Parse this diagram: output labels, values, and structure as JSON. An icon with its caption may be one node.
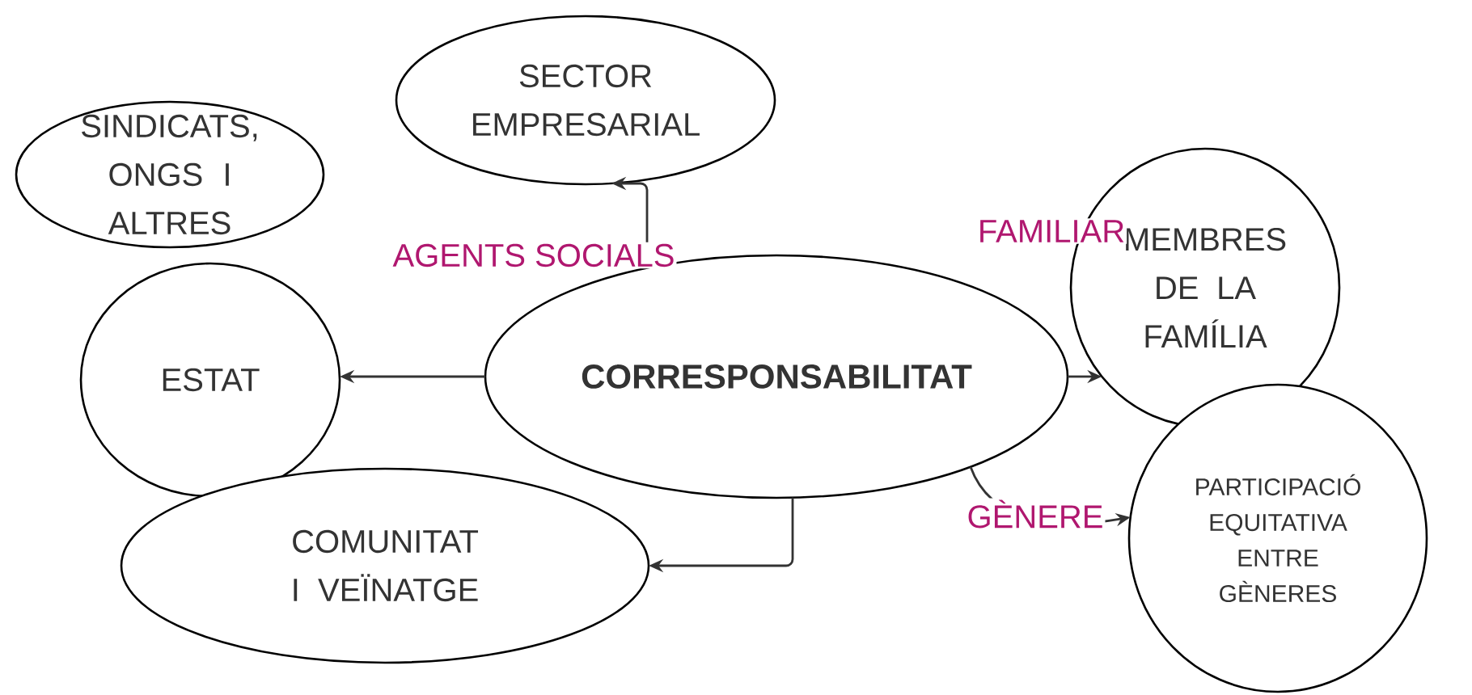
{
  "diagram": {
    "nodes": [
      {
        "text": [
          "SINDICATS, ONGS I ALTRES"
        ]
      },
      {
        "text": [
          "SECTOR EMPRESARIAL"
        ]
      },
      {
        "text": [
          "ESTAT"
        ]
      },
      {
        "text": [
          "CORRESPONSABILITAT"
        ]
      },
      {
        "text": [
          "MEMBRES DE LA FAMÍLIA"
        ]
      },
      {
        "text": [
          "COMUNITAT I VEÏNATGE"
        ]
      },
      {
        "text": [
          "PARTICIPACIÓ EQUITATIVA ENTRE GÈNERES"
        ]
      }
    ],
    "edges": [
      {
        "from": 3,
        "to": 1,
        "arrow": "to",
        "label": "AGENTS SOCIALS"
      },
      {
        "from": 3,
        "to": 2,
        "arrow": "to"
      },
      {
        "from": 3,
        "to": 4,
        "arrow": "to",
        "label": "FAMILIAR"
      },
      {
        "from": 3,
        "to": 5,
        "arrow": "to"
      },
      {
        "from": 3,
        "to": 6,
        "arrow": "to",
        "label": "GÈNERE"
      }
    ]
  }
}
